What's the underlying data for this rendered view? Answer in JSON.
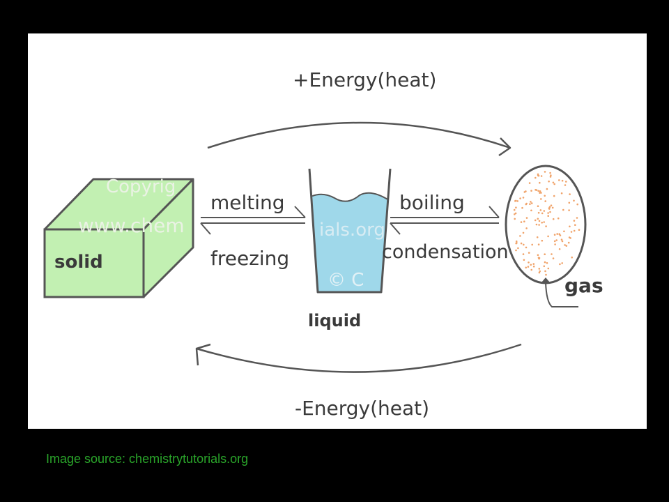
{
  "diagram": {
    "top_energy": "+Energy(heat)",
    "bottom_energy": "-Energy(heat)",
    "solid": "solid",
    "liquid": "liquid",
    "gas": "gas",
    "melting": "melting",
    "freezing": "freezing",
    "boiling": "boiling",
    "condensation": "condensation",
    "watermark_1": "Copyrig",
    "watermark_2": "www.chem",
    "watermark_3": "ials.org",
    "watermark_4": "© C"
  },
  "footer": {
    "source": "Image source: chemistrytutorials.org"
  },
  "colors": {
    "page_bg": "#000000",
    "panel_bg": "#ffffff",
    "cube_fill": "#c2f0b2",
    "water": "#9fd8ea",
    "gas_dots": "#f0a36a",
    "source_text": "#2aa52a",
    "line": "#555555"
  }
}
